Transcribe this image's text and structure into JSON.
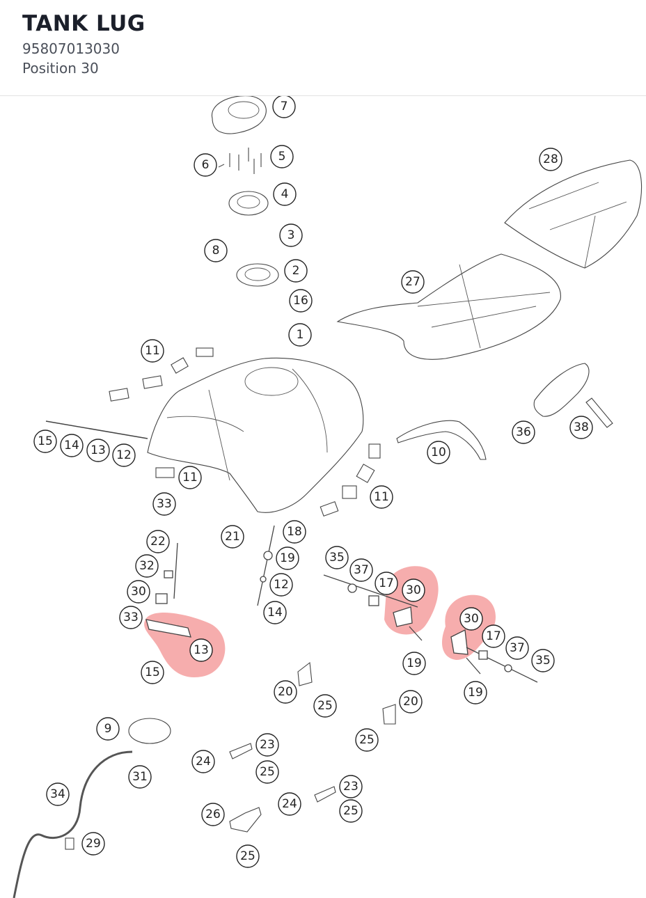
{
  "header": {
    "title": "TANK LUG",
    "part_number": "95807013030",
    "position": "Position 30"
  },
  "diagram": {
    "highlight_color": "#ee6a6a",
    "highlighted_label": "30",
    "callouts": [
      "7",
      "5",
      "6",
      "4",
      "3",
      "8",
      "2",
      "16",
      "1",
      "28",
      "27",
      "11",
      "15",
      "14",
      "13",
      "12",
      "10",
      "36",
      "38",
      "11",
      "33",
      "11",
      "22",
      "21",
      "32",
      "18",
      "30",
      "19",
      "33",
      "12",
      "13",
      "14",
      "15",
      "35",
      "37",
      "17",
      "30",
      "19",
      "30",
      "17",
      "37",
      "35",
      "19",
      "20",
      "25",
      "20",
      "25",
      "9",
      "31",
      "23",
      "24",
      "25",
      "34",
      "24",
      "23",
      "25",
      "26",
      "25",
      "29"
    ]
  }
}
